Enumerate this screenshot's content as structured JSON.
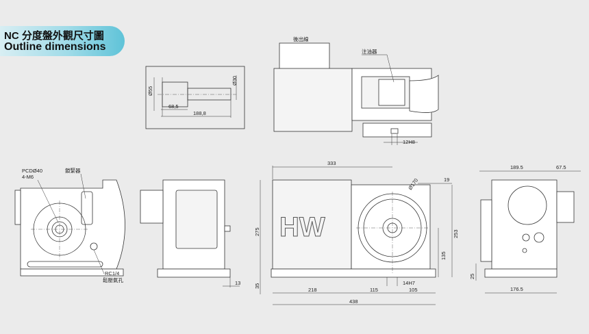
{
  "header": {
    "title_zh": "NC 分度盤外觀尺寸圖",
    "title_en": "Outline dimensions"
  },
  "brand_logo": "HW",
  "colors": {
    "banner_start": "#d8eef3",
    "banner_end": "#5fc3d8",
    "background": "#ebebeb"
  },
  "shaft_view": {
    "dia_large": "Ø55",
    "dia_small": "Ø30",
    "len_short": "68,5",
    "len_long": "188,8"
  },
  "top_view": {
    "label_rear_cable": "後出線",
    "label_oiler": "注油器",
    "key_width": "12H8"
  },
  "left_view": {
    "pcd": "PCDØ40",
    "thread": "4-M6",
    "label_lock": "鎖緊器",
    "port_size": "RC1/4",
    "port_label": "鬆壓氣孔"
  },
  "back_view": {
    "dim_13": "13"
  },
  "front_view": {
    "width_333": "333",
    "dia_170": "Ø170",
    "dim_19": "19",
    "height_275": "275",
    "height_253": "253",
    "height_135": "135",
    "height_35": "35",
    "len_218": "218",
    "len_115": "115",
    "len_105": "105",
    "len_438": "438",
    "key_14h7": "14H7"
  },
  "right_view": {
    "width_189": "189.5",
    "width_67": "67.5",
    "height_25": "25",
    "width_176": "176.5"
  }
}
